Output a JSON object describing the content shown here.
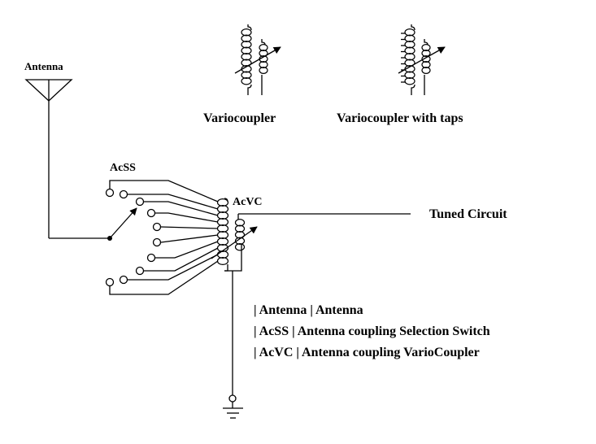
{
  "labels": {
    "antenna": "Antenna",
    "variocoupler": "Variocoupler",
    "variocoupler_taps": "Variocoupler with taps",
    "acss": "AcSS",
    "acvc": "AcVC",
    "tuned_circuit": "Tuned Circuit"
  },
  "legend": [
    "| Antenna | Antenna",
    "| AcSS | Antenna coupling Selection Switch",
    "| AcVC |  Antenna coupling VarioCoupler"
  ],
  "icons": {
    "antenna": "antenna-symbol",
    "variocoupler": "variocoupler-symbol",
    "variocoupler_taps": "tapped-variocoupler-symbol",
    "switch": "rotary-selector-switch",
    "ground": "ground-symbol"
  },
  "colors": {
    "line": "#000000",
    "background": "#ffffff"
  }
}
